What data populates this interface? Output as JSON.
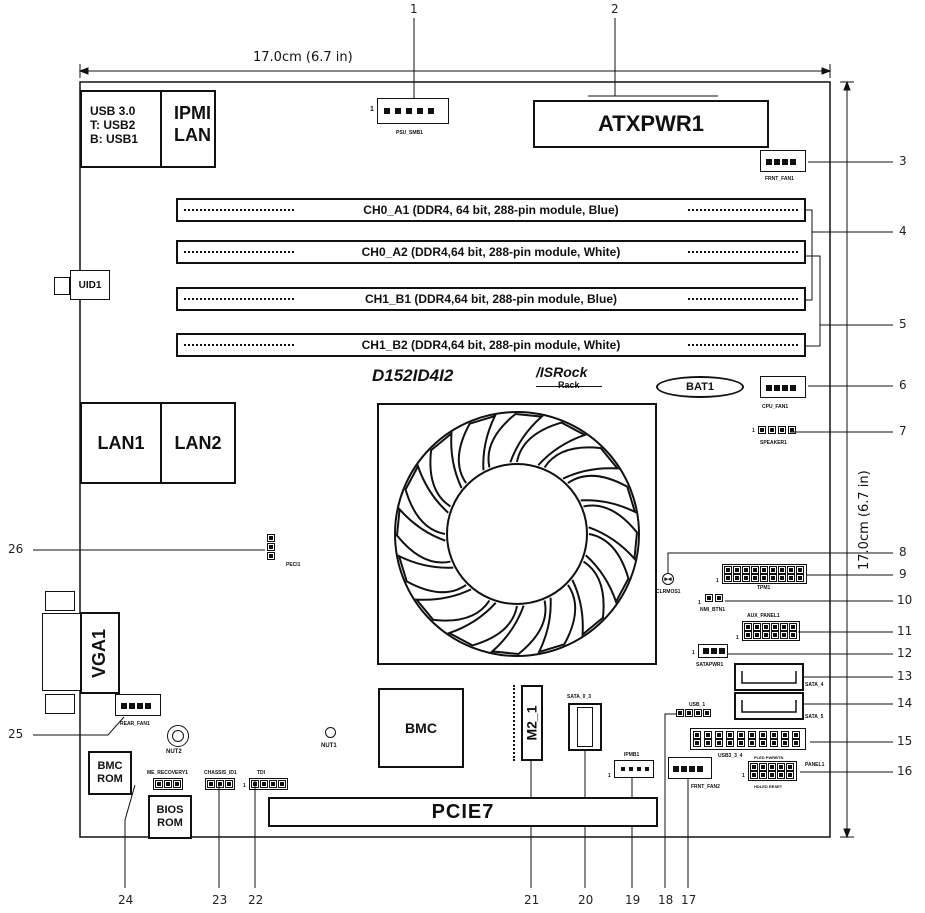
{
  "dimensions": {
    "width_label": "17.0cm (6.7 in)",
    "height_label": "17.0cm (6.7 in)"
  },
  "io": {
    "usb": "USB 3.0\nT: USB2\nB: USB1",
    "ipmi_lan": "IPMI\nLAN",
    "uid": "UID1",
    "lan1": "LAN1",
    "lan2": "LAN2",
    "vga": "VGA1"
  },
  "components": {
    "psu_smb": "PSU_SMB1",
    "atxpwr": "ATXPWR1",
    "frnt_fan1": "FRNT_FAN1",
    "dimm_a1": "CH0_A1 (DDR4, 64 bit, 288-pin module, Blue)",
    "dimm_a2": "CH0_A2 (DDR4,64 bit, 288-pin module, White)",
    "dimm_b1": "CH1_B1 (DDR4,64 bit, 288-pin module, Blue)",
    "dimm_b2": "CH1_B2 (DDR4,64 bit, 288-pin module, White)",
    "model": "D152ID4I2",
    "brand_top": "/ISRock",
    "brand_bottom": "Rack",
    "bat": "BAT1",
    "cpu_fan": "CPU_FAN1",
    "speaker": "SPEAKER1",
    "peci": "PECI1",
    "clrmos": "CLRMOS1",
    "tpm": "TPM1",
    "nmi": "NMI_BTN1",
    "aux_panel": "AUX_PANEL1",
    "satapwr": "SATAPWR1",
    "sata4": "SATA_4",
    "sata5": "SATA_5",
    "usb1": "USB_1",
    "usb34": "USB3_3_4",
    "panel": "PANEL1",
    "panel_sub1": "PLED PWRBTN",
    "panel_sub2": "HDLED RESET",
    "rear_fan": "REAR_FAN1",
    "nut1": "NUT1",
    "nut2": "NUT2",
    "bmc": "BMC",
    "bmc_rom": "BMC\nROM",
    "bios_rom": "BIOS\nROM",
    "me_recovery": "ME_RECOVERY1",
    "chassis_id": "CHASSIS_ID1",
    "tdi": "TDI",
    "pcie": "PCIE7",
    "m2": "M2_1",
    "sata03": "SATA_0_3",
    "ipmb": "IPMB1",
    "frnt_fan2": "FRNT_FAN2",
    "pin1": "1"
  },
  "callouts": [
    "1",
    "2",
    "3",
    "4",
    "5",
    "6",
    "7",
    "8",
    "9",
    "10",
    "11",
    "12",
    "13",
    "14",
    "15",
    "16",
    "17",
    "18",
    "19",
    "20",
    "21",
    "22",
    "23",
    "24",
    "25",
    "26"
  ]
}
